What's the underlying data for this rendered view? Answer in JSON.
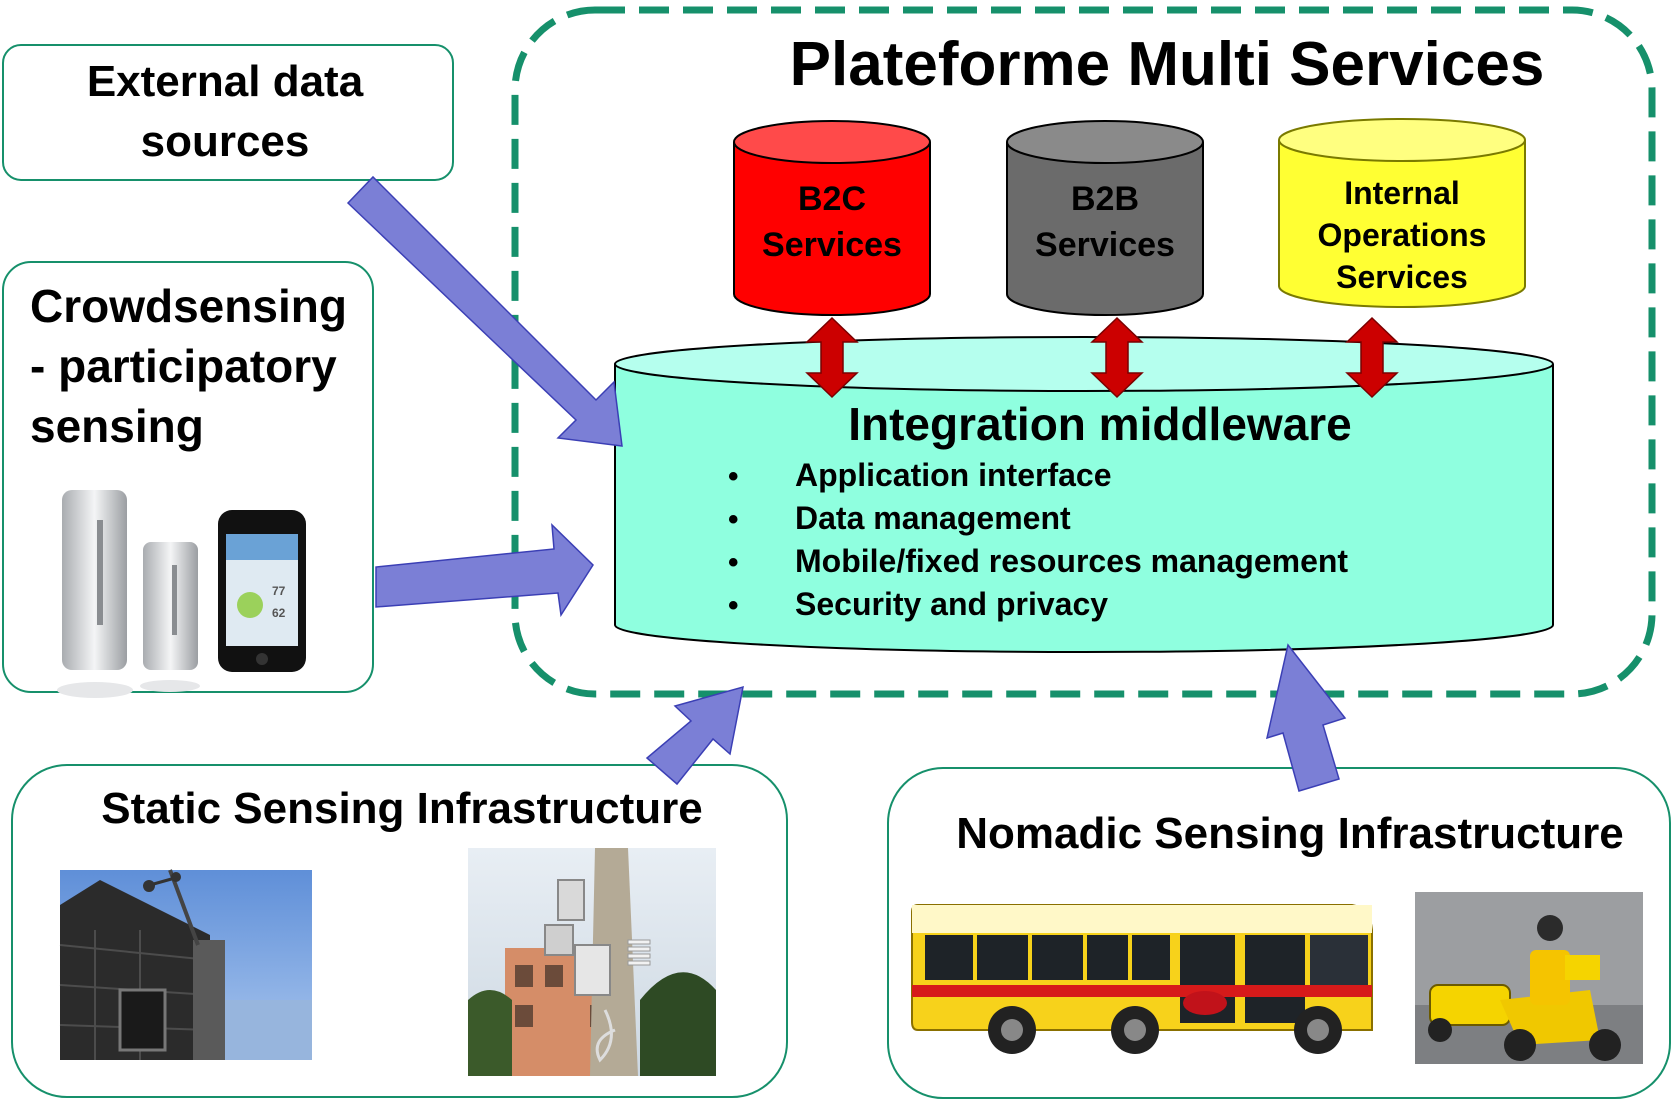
{
  "platform": {
    "title": "Plateforme Multi Services",
    "border_color": "#16906b"
  },
  "services": [
    {
      "line1": "B2C",
      "line2": "Services",
      "line3": "",
      "color": "#ff0000"
    },
    {
      "line1": "B2B",
      "line2": "Services",
      "line3": "",
      "color": "#6b6b6b"
    },
    {
      "line1": "Internal",
      "line2": "Operations",
      "line3": "Services",
      "color": "#ffff33"
    }
  ],
  "middleware": {
    "title": "Integration middleware",
    "color": "#8fffdf",
    "bullet": "•",
    "items": [
      "Application interface",
      "Data management",
      "Mobile/fixed resources management",
      "Security and privacy"
    ]
  },
  "sources": {
    "external": {
      "line1": "External data",
      "line2": "sources"
    },
    "crowd": {
      "line1": "Crowdsensing",
      "line2": "- participatory",
      "line3": "sensing"
    },
    "static": {
      "title": "Static Sensing Infrastructure"
    },
    "nomadic": {
      "title": "Nomadic Sensing Infrastructure"
    }
  },
  "colors": {
    "arrow_fill": "#7b7fd6",
    "arrow_stroke": "#3b3fb5",
    "double_arrow": "#cc0000",
    "box_border": "#16906b"
  }
}
